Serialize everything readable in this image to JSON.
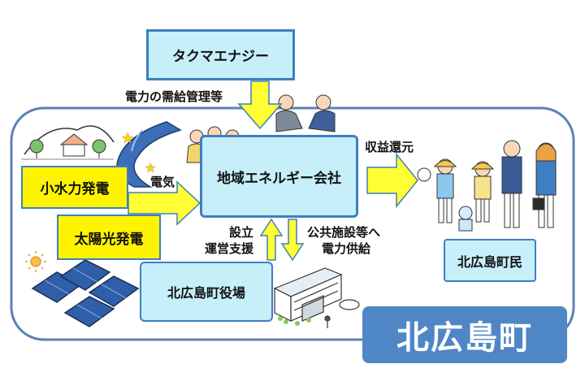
{
  "nodes": {
    "supplier": "タクマエナジー",
    "local_energy": "地域エネルギー会社",
    "hydro": "小水力発電",
    "solar": "太陽光発電",
    "town_office": "北広島町役場",
    "residents": "北広島町民"
  },
  "edges": {
    "supply_management": "電力の需給管理等",
    "electricity": "電気",
    "revenue_return": "収益還元",
    "setup_support_1": "設立",
    "setup_support_2": "運営支援",
    "public_supply_1": "公共施設等へ",
    "public_supply_2": "電力供給"
  },
  "town_badge": "北広島町",
  "colors": {
    "box_cyan": "#c6effa",
    "box_yellow": "#fff400",
    "border_blue": "#3d7fc1",
    "arrow_yellow": "#ffff33",
    "badge_blue": "#4f86c6"
  }
}
